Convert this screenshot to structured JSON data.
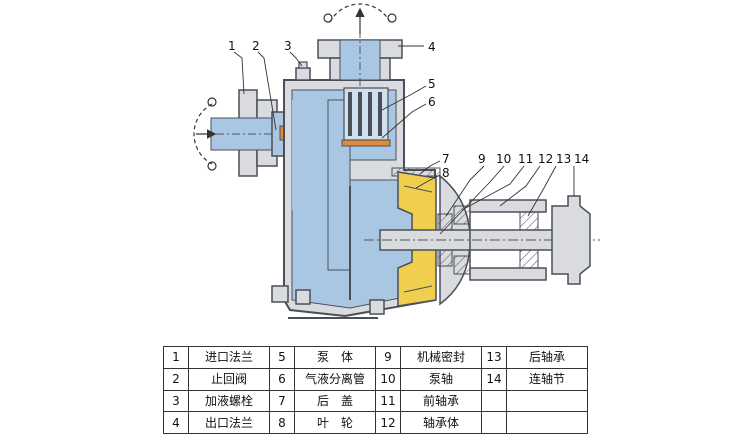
{
  "callouts": [
    "1",
    "2",
    "3",
    "4",
    "5",
    "6",
    "7",
    "8",
    "9",
    "10",
    "11",
    "12",
    "13",
    "14"
  ],
  "legend": [
    [
      {
        "num": "1",
        "name": "进口法兰"
      },
      {
        "num": "5",
        "name": "泵　体"
      },
      {
        "num": "9",
        "name": "机械密封"
      },
      {
        "num": "13",
        "name": "后轴承"
      }
    ],
    [
      {
        "num": "2",
        "name": "止回阀"
      },
      {
        "num": "6",
        "name": "气液分离管"
      },
      {
        "num": "10",
        "name": "泵轴"
      },
      {
        "num": "14",
        "name": "连轴节"
      }
    ],
    [
      {
        "num": "3",
        "name": "加液螺栓"
      },
      {
        "num": "7",
        "name": "后　盖"
      },
      {
        "num": "11",
        "name": "前轴承"
      },
      {
        "num": "",
        "name": ""
      }
    ],
    [
      {
        "num": "4",
        "name": "出口法兰"
      },
      {
        "num": "8",
        "name": "叶　轮"
      },
      {
        "num": "12",
        "name": "轴承体"
      },
      {
        "num": "",
        "name": ""
      }
    ]
  ],
  "colors": {
    "liquid": "#a9c7e3",
    "casing": "#d9dbdf",
    "impeller": "#f0cf4e",
    "line": "#4a4f58",
    "separator": "#cfe0ef",
    "valve_seat": "#e08a3c"
  }
}
